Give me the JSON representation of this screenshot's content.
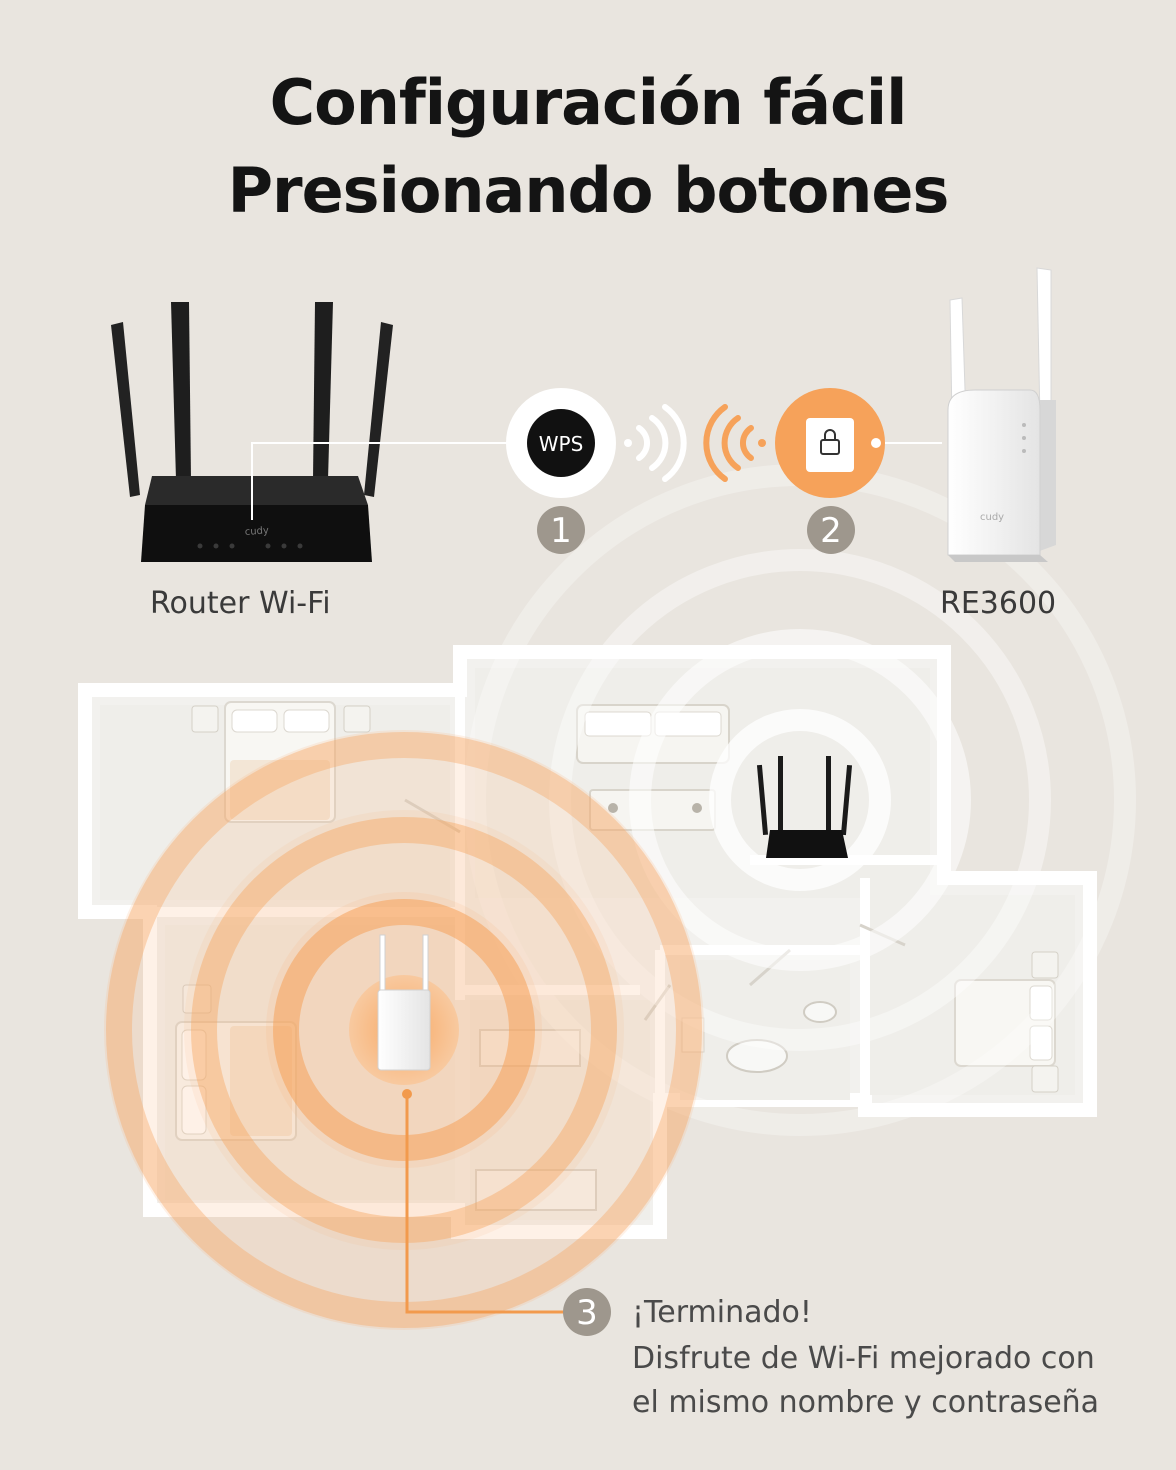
{
  "title": {
    "line1": "Configuración fácil",
    "line2": "Presionando botones"
  },
  "devices": {
    "router_label": "Router Wi-Fi",
    "extender_label": "RE3600",
    "brand_mark": "cudy"
  },
  "steps": [
    {
      "number": "1",
      "button_label": "WPS"
    },
    {
      "number": "2",
      "button_icon": "lock-icon"
    },
    {
      "number": "3",
      "lines": [
        "¡Terminado!",
        "Disfrute de Wi-Fi mejorado con",
        "el mismo nombre y contraseña"
      ]
    }
  ],
  "colors": {
    "accent_orange": "#f6a25a",
    "step_badge_gray": "#9e978d",
    "background": "#e9e5df"
  }
}
